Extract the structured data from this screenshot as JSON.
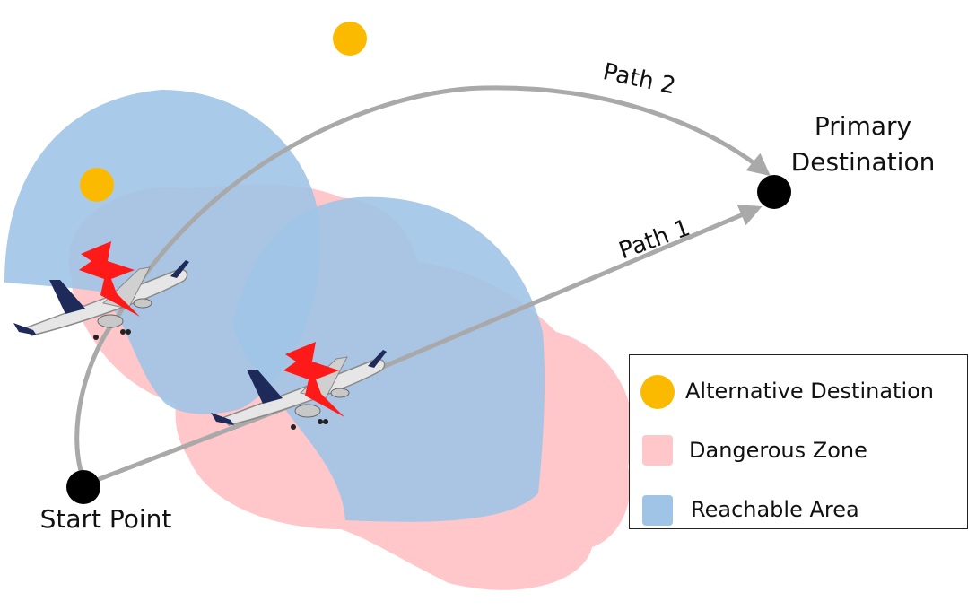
{
  "labels": {
    "path2": "Path 2",
    "path1": "Path 1",
    "primary_line1": "Primary",
    "primary_line2": "Destination",
    "start": "Start Point"
  },
  "legend": {
    "alternative": "Alternative Destination",
    "dangerous": "Dangerous Zone",
    "reachable": "Reachable Area"
  },
  "colors": {
    "alternative": "#FBBA00",
    "dangerous": "#FFC7C9",
    "reachable": "#A0C4E6",
    "path": "#A9A9A9",
    "lightning": "#FF1A1A"
  },
  "icons": [
    "airplane-icon",
    "lightning-icon"
  ]
}
